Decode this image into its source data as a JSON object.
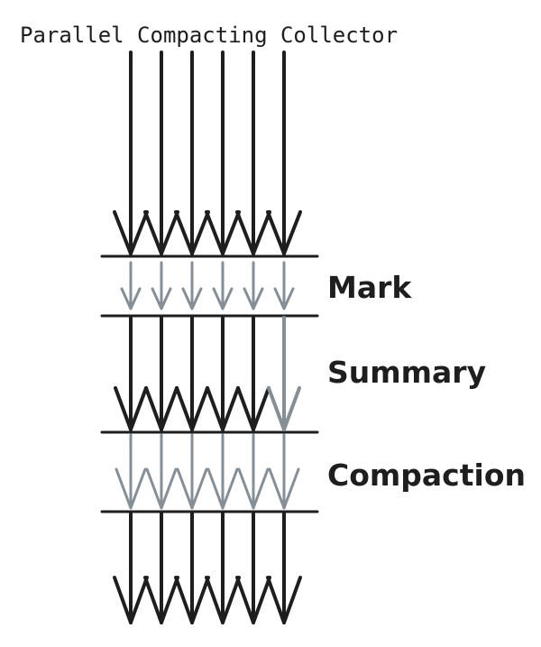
{
  "title": "Parallel Compacting Collector",
  "phases": [
    {
      "id": "mark",
      "label": "Mark"
    },
    {
      "id": "summary",
      "label": "Summary"
    },
    {
      "id": "compaction",
      "label": "Compaction"
    }
  ],
  "colors": {
    "dark": "#1e1e1e",
    "gray": "#868e96",
    "background": "#ffffff"
  },
  "threads": 6
}
